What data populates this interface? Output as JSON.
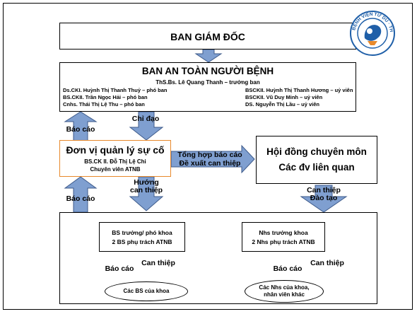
{
  "board": {
    "title": "BAN GIÁM ĐỐC"
  },
  "safety": {
    "title": "BAN AN TOÀN NGƯỜI BỆNH",
    "head": "ThS.Bs. Lê Quang Thanh – trưởng ban",
    "members_left": [
      "Ds.CKI. Huỳnh Thị Thanh Thuỷ – phó ban",
      "BS.CKII. Trần Ngọc Hải – phó ban",
      "Cnhs. Thái Thị Lệ Thu – phó ban"
    ],
    "members_right": [
      "BSCKII. Huỳnh Thị Thanh Hương – uỷ viên",
      "BSCKII. Vũ Duy Minh – uỷ viên",
      "DS. Nguyễn Thị Lầu – uỷ viên"
    ]
  },
  "unit": {
    "title": "Đơn vị quản lý sự cố",
    "line1": "BS.CK II. Đỗ Thị Lệ Chi",
    "line2": "Chuyên viên ATNB"
  },
  "council": {
    "line1": "Hội đồng chuyên môn",
    "line2": "Các đv liên quan"
  },
  "arrows": {
    "report": "Báo cáo",
    "direct": "Chỉ đạo",
    "summary1": "Tổng hợp báo cáo",
    "summary2": "Đề xuất can thiệp",
    "guide1": "Hướng",
    "guide2": "can thiệp",
    "intervene": "Can thiệp",
    "training": "Đào tạo"
  },
  "dept_doctors": {
    "line1": "BS trưởng/ phó khoa",
    "line2": "2 BS phụ trách ATNB"
  },
  "dept_nurses": {
    "line1": "Nhs trưởng khoa",
    "line2": "2 Nhs phụ trách ATNB"
  },
  "staff_doctors": "Các BS của khoa",
  "staff_nurses1": "Các Nhs của khoa,",
  "staff_nurses2": "nhân viên khác",
  "logo": {
    "text": "BỆNH VIỆN TỪ DŨ · THÀNH PHỐ HỒ CHÍ MINH",
    "color": "#1f5fa8"
  },
  "colors": {
    "arrow_fill": "#7f9fd0",
    "arrow_stroke": "#3d5a8a",
    "unit_border": "#e8892b"
  }
}
